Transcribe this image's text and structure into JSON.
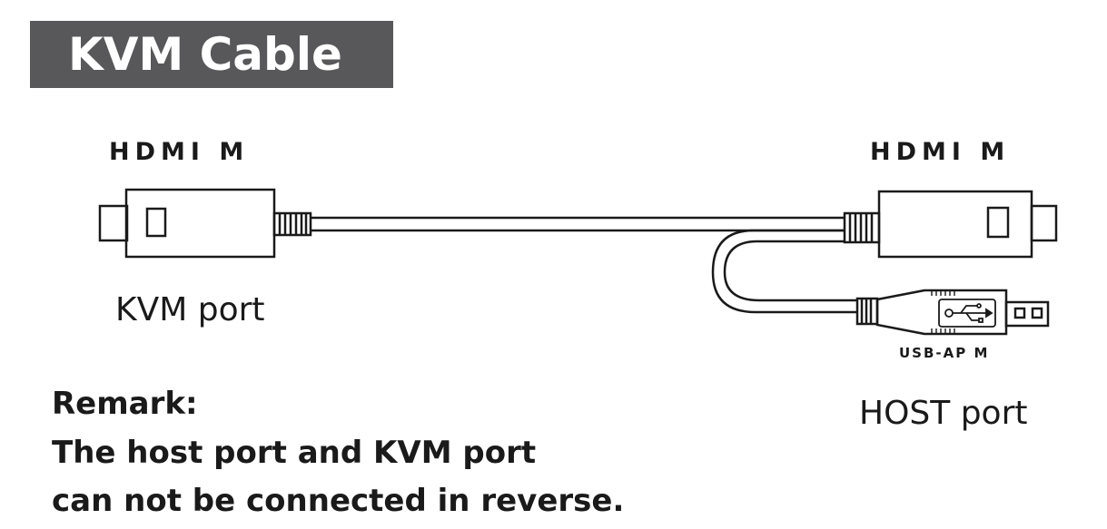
{
  "title": "KVM Cable",
  "left_connector": {
    "type_label": "HDMI   M",
    "port_label": "KVM port"
  },
  "right_connector": {
    "type_label": "HDMI   M",
    "port_label": "HOST port"
  },
  "usb_connector": {
    "type_label": "USB-AP M"
  },
  "remark": {
    "heading": "Remark:",
    "line1": "The host port and KVM port",
    "line2": "can not be connected in reverse."
  }
}
